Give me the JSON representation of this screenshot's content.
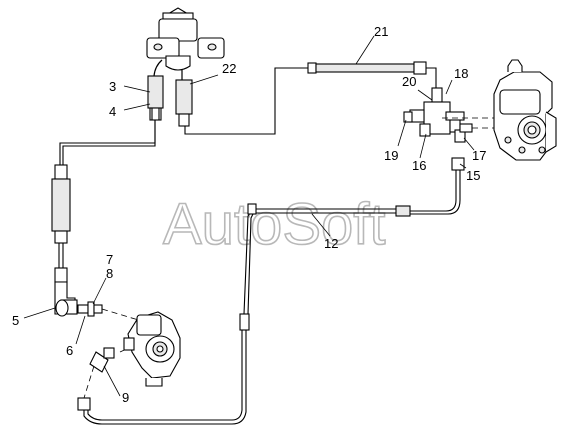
{
  "watermark": "AutoSoft",
  "callouts": {
    "c3": "3",
    "c4": "4",
    "c5": "5",
    "c6": "6",
    "c7": "7",
    "c8": "8",
    "c9": "9",
    "c12": "12",
    "c15": "15",
    "c16": "16",
    "c17": "17",
    "c18": "18",
    "c19": "19",
    "c20": "20",
    "c21": "21",
    "c22": "22"
  }
}
